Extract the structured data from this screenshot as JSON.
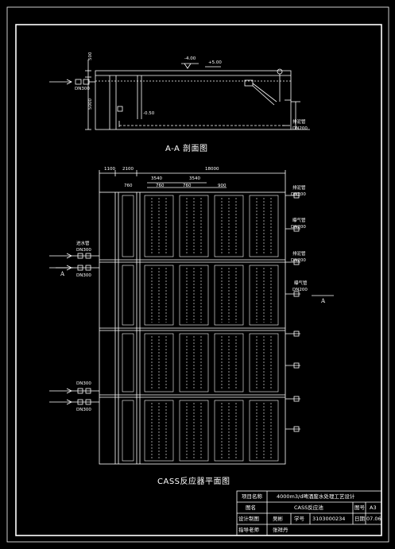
{
  "section": {
    "title": "A-A 剖面图",
    "dims": {
      "left_upper": "500",
      "left_lower": "5000",
      "top_level": "-4.00",
      "top_mark": "+5.00",
      "bottom_mark": "-0.50"
    },
    "inlet_label": "DN300",
    "drain_label": "排泥管",
    "drain_dn": "DN200"
  },
  "plan": {
    "title": "CASS反应器平面图",
    "top_dims": [
      "1100",
      "2100",
      "3540",
      "3540",
      "18000"
    ],
    "sub_dims": [
      "760",
      "760",
      "760",
      "900"
    ],
    "left_labels": [
      {
        "name": "进水管",
        "dn": "DN300"
      },
      {
        "name": "",
        "dn": "DN300"
      },
      {
        "name": "DN300",
        "dn": "DN300"
      }
    ],
    "right_labels": [
      {
        "name": "排泥管",
        "dn": "DN200"
      },
      {
        "name": "曝气管",
        "dn": "DN200"
      },
      {
        "name": "排泥管",
        "dn": "DN200"
      },
      {
        "name": "曝气管",
        "dn": "DN200"
      }
    ],
    "section_mark": "A"
  },
  "title_block": {
    "project_label": "项目名称",
    "project_value": "4000m3/d啤酒废水处理工艺设计",
    "drawing_label": "图名",
    "drawing_value": "CASS反应池",
    "sheet_label": "图号",
    "sheet_value": "A3",
    "designer_label": "设计制图",
    "designer_value": "吴彬",
    "id_label": "学号",
    "id_value": "3103000234",
    "date_label": "日期",
    "date_value": "07.06",
    "advisor_label": "指导老师",
    "advisor_value": "张祥丹"
  }
}
